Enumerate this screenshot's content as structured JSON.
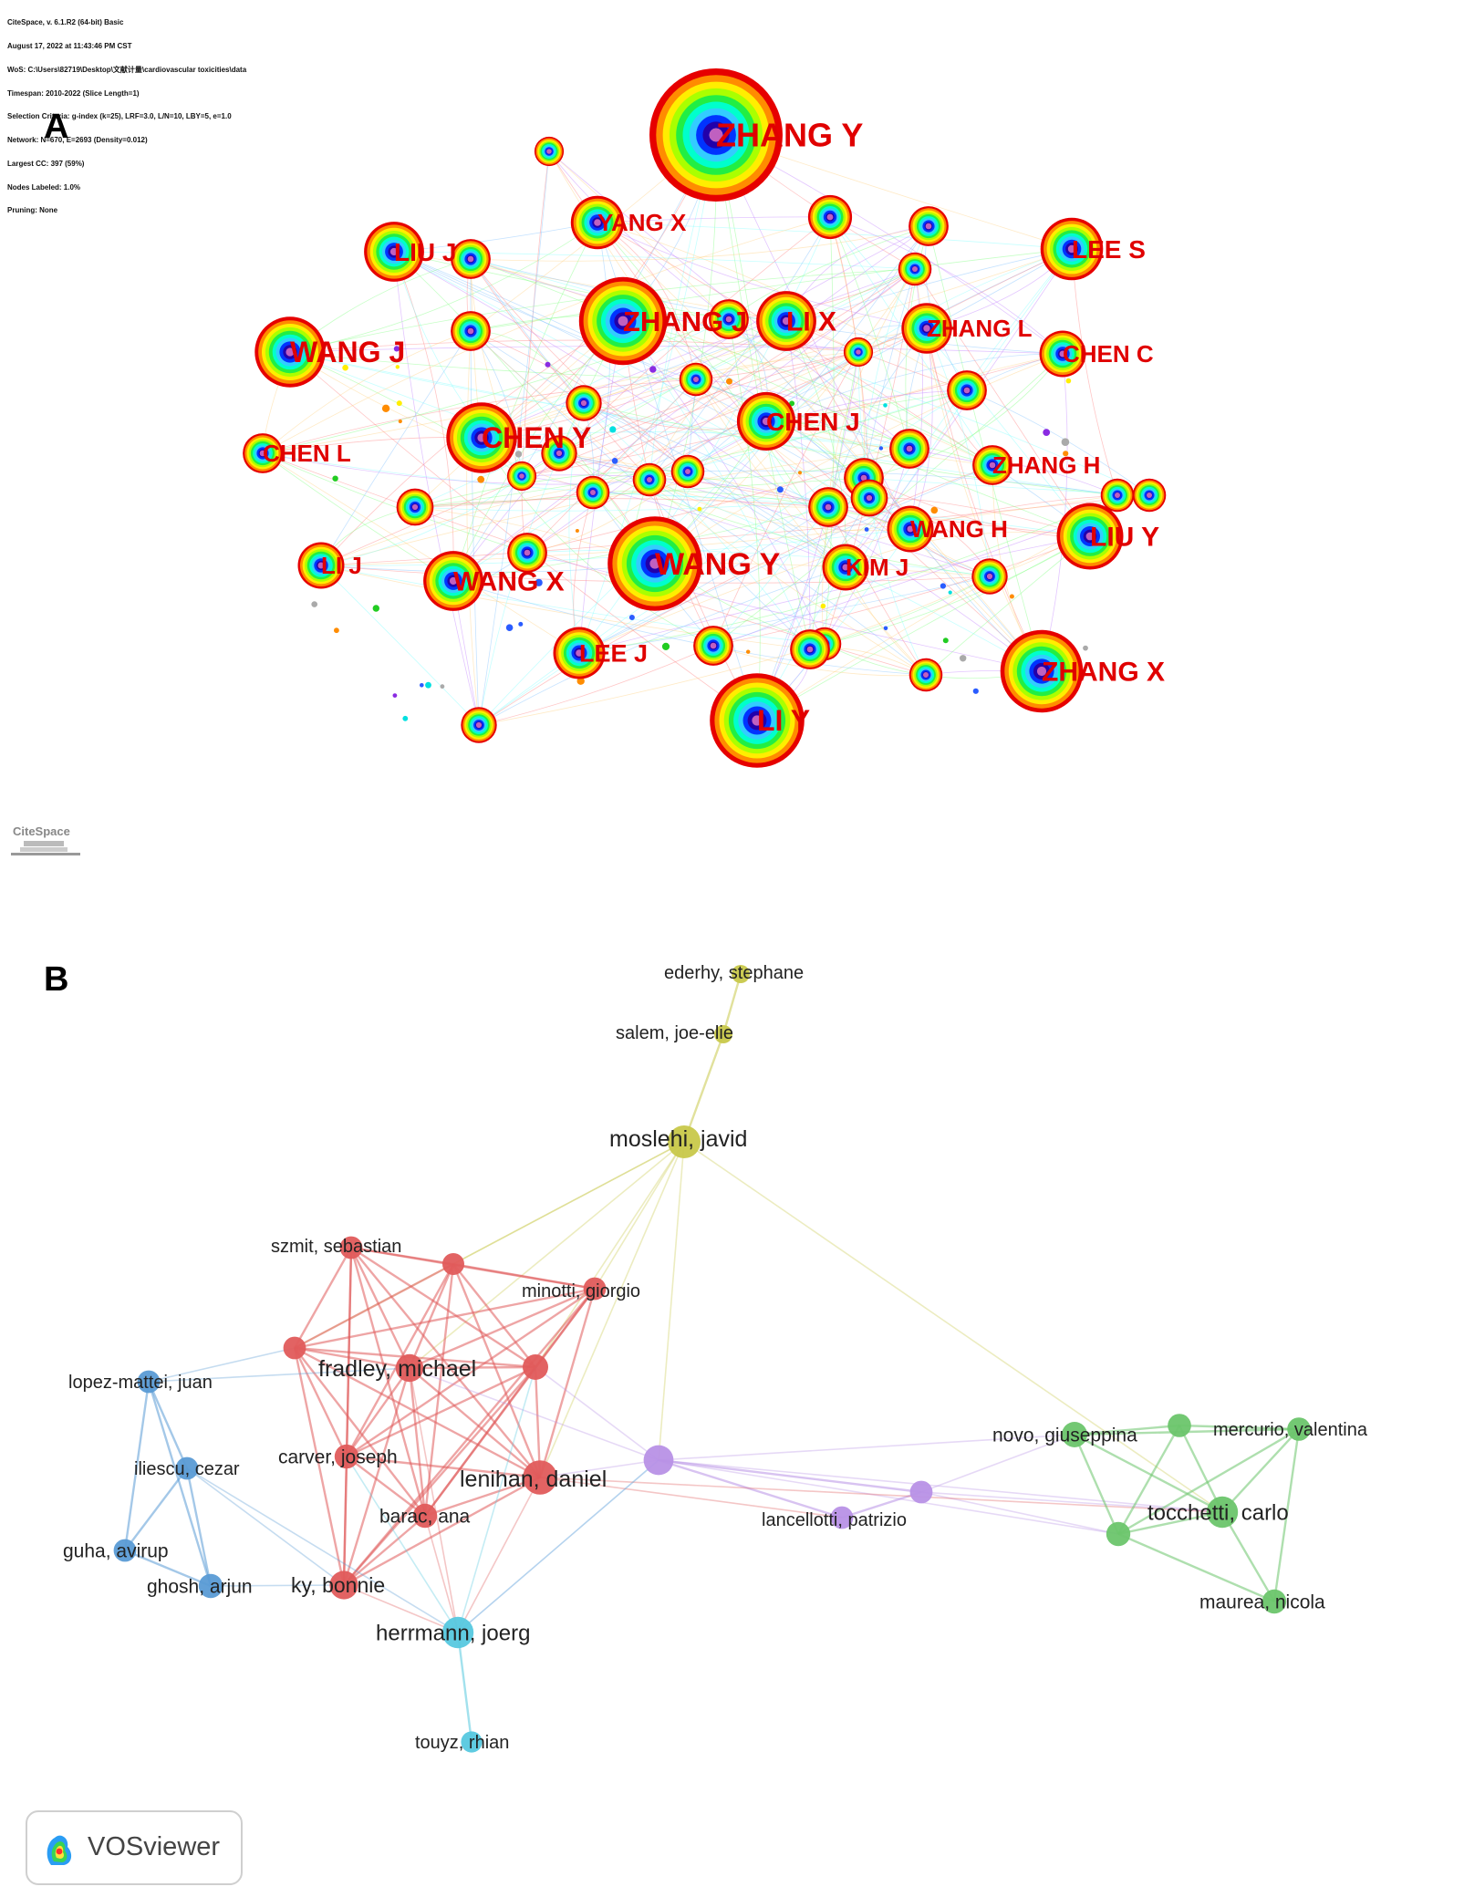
{
  "citespace": {
    "panel_letter": "A",
    "meta_lines": [
      "CiteSpace, v. 6.1.R2 (64-bit) Basic",
      "August 17, 2022 at 11:43:46 PM CST",
      "WoS: C:\\Users\\82719\\Desktop\\文献计量\\cardiovascular toxicities\\data",
      "Timespan: 2010-2022 (Slice Length=1)",
      "Selection Criteria: g-index (k=25), LRF=3.0, L/N=10, LBY=5, e=1.0",
      "Network: N=670, E=2693 (Density=0.012)",
      "Largest CC: 397 (59%)",
      "Nodes Labeled: 1.0%",
      "Pruning: None"
    ],
    "logo_text": "CiteSpace",
    "nodes": [
      {
        "label": "ZHANG Y",
        "size": 1.0
      },
      {
        "label": "YANG X",
        "size": 0.4
      },
      {
        "label": "LIU J",
        "size": 0.45
      },
      {
        "label": "LEE S",
        "size": 0.47
      },
      {
        "label": "ZHANG J",
        "size": 0.66
      },
      {
        "label": "LI X",
        "size": 0.45
      },
      {
        "label": "WANG J",
        "size": 0.53
      },
      {
        "label": "ZHANG L",
        "size": 0.38
      },
      {
        "label": "CHEN C",
        "size": 0.35
      },
      {
        "label": "CHEN J",
        "size": 0.44
      },
      {
        "label": "CHEN Y",
        "size": 0.53
      },
      {
        "label": "CHEN L",
        "size": 0.3
      },
      {
        "label": "ZHANG H",
        "size": 0.3
      },
      {
        "label": "WANG H",
        "size": 0.35
      },
      {
        "label": "LIU Y",
        "size": 0.5
      },
      {
        "label": "WANG Y",
        "size": 0.71
      },
      {
        "label": "KIM J",
        "size": 0.35
      },
      {
        "label": "LI J",
        "size": 0.35
      },
      {
        "label": "WANG X",
        "size": 0.45
      },
      {
        "label": "LEE J",
        "size": 0.39
      },
      {
        "label": "ZHANG X",
        "size": 0.62
      },
      {
        "label": "LI Y",
        "size": 0.71
      },
      {
        "label": "",
        "size": 0.22
      },
      {
        "label": "",
        "size": 0.33
      },
      {
        "label": "",
        "size": 0.3
      },
      {
        "label": "",
        "size": 0.3
      },
      {
        "label": "",
        "size": 0.25
      },
      {
        "label": "",
        "size": 0.3
      },
      {
        "label": "",
        "size": 0.3
      },
      {
        "label": "",
        "size": 0.22
      },
      {
        "label": "",
        "size": 0.25
      },
      {
        "label": "",
        "size": 0.3
      },
      {
        "label": "",
        "size": 0.3
      },
      {
        "label": "",
        "size": 0.27
      },
      {
        "label": "",
        "size": 0.27
      },
      {
        "label": "",
        "size": 0.3
      },
      {
        "label": "",
        "size": 0.22
      },
      {
        "label": "",
        "size": 0.28
      },
      {
        "label": "",
        "size": 0.25
      },
      {
        "label": "",
        "size": 0.25
      },
      {
        "label": "",
        "size": 0.3
      },
      {
        "label": "",
        "size": 0.25
      },
      {
        "label": "",
        "size": 0.3
      },
      {
        "label": "",
        "size": 0.28
      },
      {
        "label": "",
        "size": 0.25
      },
      {
        "label": "",
        "size": 0.3
      },
      {
        "label": "",
        "size": 0.3
      },
      {
        "label": "",
        "size": 0.27
      },
      {
        "label": "",
        "size": 0.25
      },
      {
        "label": "",
        "size": 0.27
      },
      {
        "label": "",
        "size": 0.25
      },
      {
        "label": "",
        "size": 0.25
      }
    ],
    "ring_colors": [
      "#e60000",
      "#ff8c00",
      "#ffee00",
      "#aaff00",
      "#22ee44",
      "#00ffcc",
      "#33ccff",
      "#0033ff",
      "#2200aa",
      "#ffffff"
    ],
    "label_color": "#e00000"
  },
  "vosviewer": {
    "panel_letter": "B",
    "logo_text": "VOSviewer",
    "cluster_colors": {
      "red": "#e05b5b",
      "blue": "#5a9bd5",
      "green": "#6cc56c",
      "yellow": "#c8c84a",
      "purple": "#b891e6",
      "cyan": "#56c8df"
    },
    "nodes": [
      {
        "label": "ederhy, stephane",
        "cluster": "yellow",
        "weight": 1
      },
      {
        "label": "salem, joe-elie",
        "cluster": "yellow",
        "weight": 1
      },
      {
        "label": "moslehi, javid",
        "cluster": "yellow",
        "weight": 3
      },
      {
        "label": "szmit, sebastian",
        "cluster": "red",
        "weight": 1.6
      },
      {
        "label": "",
        "cluster": "red",
        "weight": 1.5
      },
      {
        "label": "minotti, giorgio",
        "cluster": "red",
        "weight": 1.6
      },
      {
        "label": "",
        "cluster": "red",
        "weight": 1.6
      },
      {
        "label": "fradley, michael",
        "cluster": "red",
        "weight": 2.3
      },
      {
        "label": "",
        "cluster": "red",
        "weight": 2
      },
      {
        "label": "lopez-mattei, juan",
        "cluster": "blue",
        "weight": 1.6
      },
      {
        "label": "iliescu, cezar",
        "cluster": "blue",
        "weight": 1.6
      },
      {
        "label": "carver, joseph",
        "cluster": "red",
        "weight": 1.8
      },
      {
        "label": "lenihan, daniel",
        "cluster": "red",
        "weight": 3.2
      },
      {
        "label": "",
        "cluster": "purple",
        "weight": 2.6
      },
      {
        "label": "barac, ana",
        "cluster": "red",
        "weight": 1.8
      },
      {
        "label": "guha, avirup",
        "cluster": "blue",
        "weight": 1.6
      },
      {
        "label": "ghosh, arjun",
        "cluster": "blue",
        "weight": 1.8
      },
      {
        "label": "ky, bonnie",
        "cluster": "red",
        "weight": 2.4
      },
      {
        "label": "herrmann, joerg",
        "cluster": "cyan",
        "weight": 2.8
      },
      {
        "label": "touyz, rhian",
        "cluster": "cyan",
        "weight": 1.4
      },
      {
        "label": "lancellotti, patrizio",
        "cluster": "purple",
        "weight": 1.6
      },
      {
        "label": "",
        "cluster": "purple",
        "weight": 1.6
      },
      {
        "label": "novo, giuseppina",
        "cluster": "green",
        "weight": 2
      },
      {
        "label": "",
        "cluster": "green",
        "weight": 1.7
      },
      {
        "label": "mercurio, valentina",
        "cluster": "green",
        "weight": 1.7
      },
      {
        "label": "tocchetti, carlo",
        "cluster": "green",
        "weight": 2.8
      },
      {
        "label": "",
        "cluster": "green",
        "weight": 1.8
      },
      {
        "label": "maurea, nicola",
        "cluster": "green",
        "weight": 1.8
      }
    ]
  }
}
